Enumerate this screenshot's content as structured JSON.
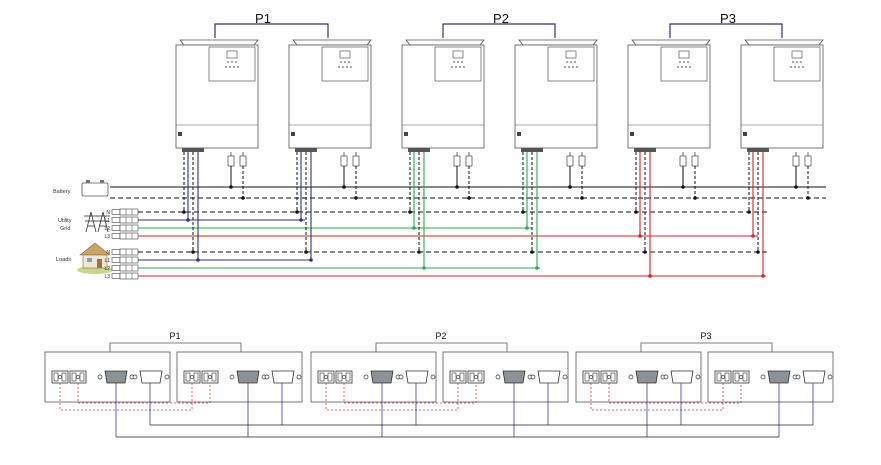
{
  "top_diagram": {
    "phases": [
      "P1",
      "P2",
      "P3"
    ],
    "labels": {
      "battery": "Battery",
      "utility": "Utility",
      "grid": "Grid",
      "loads": "Loads"
    },
    "utility_terminals": [
      "N",
      "L1",
      "L2",
      "L3"
    ],
    "load_terminals": [
      "N",
      "L1",
      "L2",
      "L3"
    ]
  },
  "bottom_diagram": {
    "phases": [
      "P1",
      "P2",
      "P3"
    ]
  },
  "colors": {
    "line_black": "#111111",
    "phase1_blue": "#2b2f8f",
    "phase2_green": "#2eaa55",
    "phase3_red": "#dd2222",
    "sync_red_dashed": "#dd3333",
    "comm_blue": "#3b3b9c",
    "grey_outline": "#555555"
  }
}
